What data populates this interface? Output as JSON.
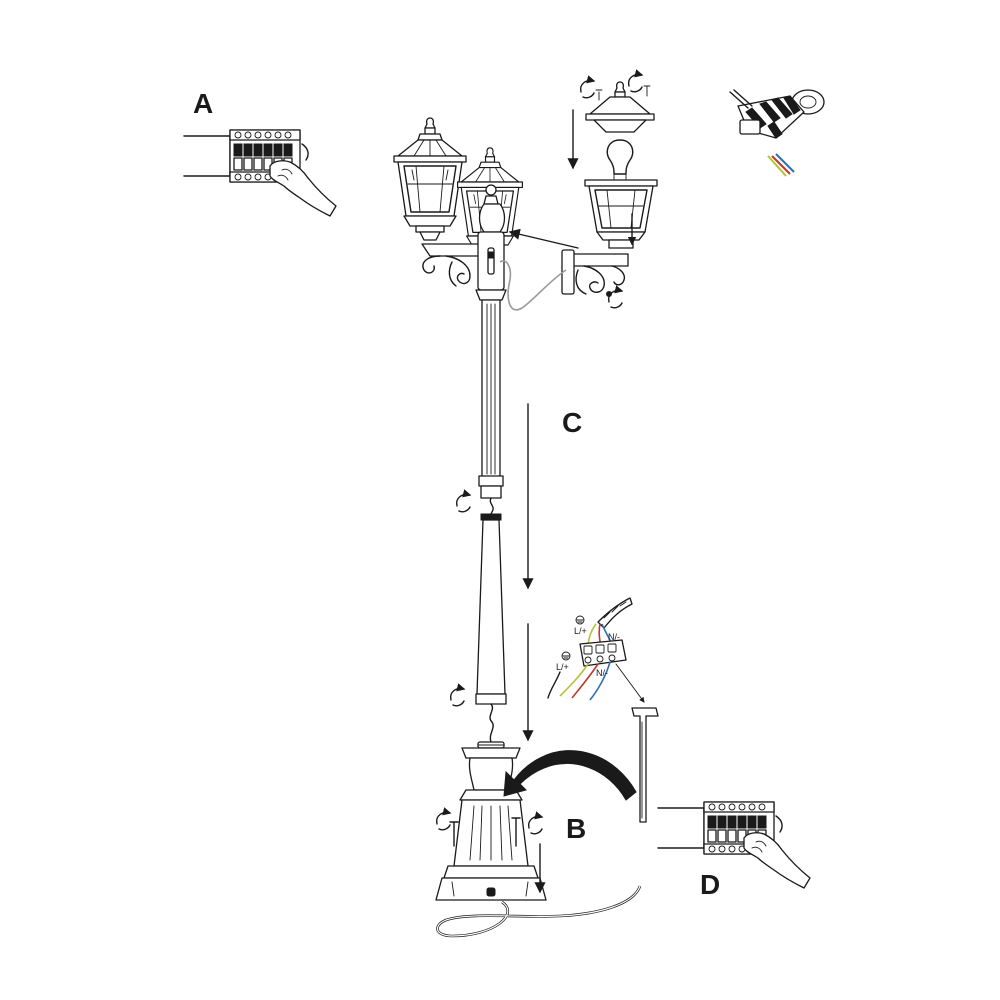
{
  "steps": {
    "a": "A",
    "b": "B",
    "c": "C",
    "d": "D"
  },
  "wiring": {
    "top_live": "L/+",
    "top_neutral": "N/-",
    "bottom_live": "L/+",
    "bottom_neutral": "N/-"
  },
  "colors": {
    "line": "#1a1a1a",
    "cable": "#9a9a9a",
    "wire_red": "#c0392b",
    "wire_blue": "#2e6fb5",
    "wire_brown": "#6b3e1f",
    "wire_yellow_green": "#b5c234"
  }
}
